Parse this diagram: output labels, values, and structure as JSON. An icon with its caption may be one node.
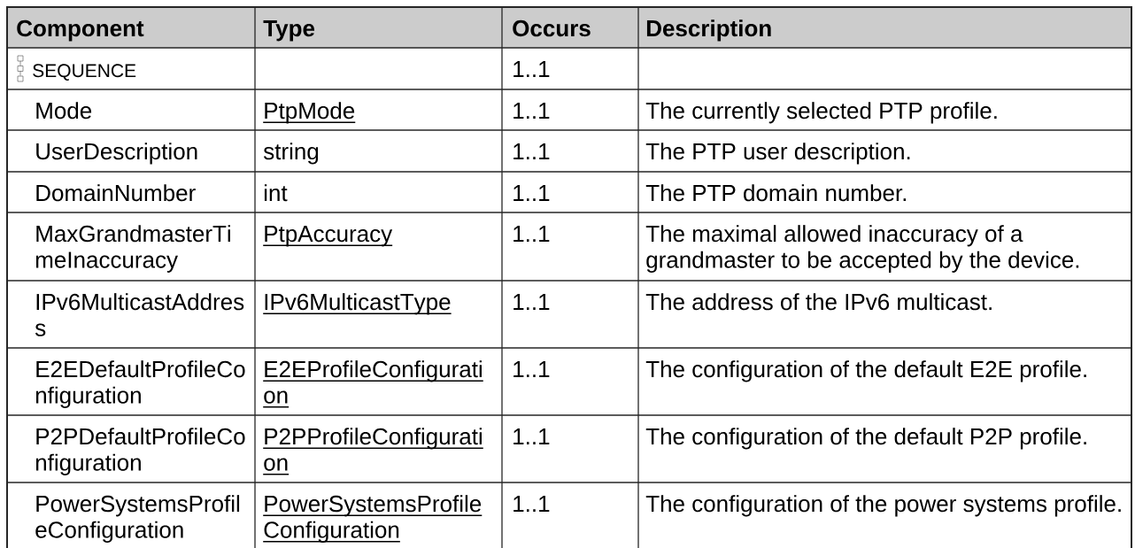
{
  "diagram": {
    "labels": [
      "Component",
      "Type",
      "Occurs",
      "Description",
      "SEQUENCE",
      "1..1",
      "Mode",
      "PtpMode",
      "1..1",
      "The currently selected PTP profile.",
      "UserDescription",
      "string",
      "1..1",
      "The PTP user description.",
      "DomainNumber",
      "int",
      "1..1",
      "The PTP domain number.",
      "MaxGrandmasterTimeInaccuracy",
      "PtpAccuracy",
      "1..1",
      "The maximal allowed inaccuracy of a grandmaster to be accepted by the device.",
      "IPv6MulticastAddress",
      "IPv6MulticastType",
      "1..1",
      "The address of the IPv6 multicast.",
      "E2EDefaultProfileConfiguration",
      "E2EProfileConfiguration",
      "1..1",
      "The configuration of the default E2E profile.",
      "P2PDefaultProfileConfiguration",
      "P2PProfileConfiguration",
      "1..1",
      "The configuration of the default P2P profile.",
      "PowerSystemsProfileConfiguration",
      "PowerSystemsProfileConfiguration",
      "1..1",
      "The configuration of the power systems profile."
    ]
  }
}
